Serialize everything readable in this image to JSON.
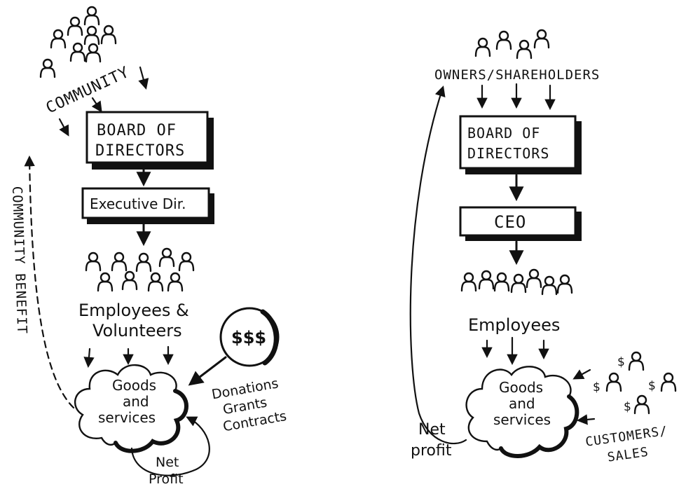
{
  "left": {
    "community_label": "COMMUNITY",
    "board_line1": "BOARD OF",
    "board_line2": "DIRECTORS",
    "exec_label": "Executive Dir.",
    "employees_line1": "Employees &",
    "employees_line2": "Volunteers",
    "goods_line1": "Goods",
    "goods_line2": "and",
    "goods_line3": "services",
    "money_label": "$$$",
    "funding_line1": "Donations",
    "funding_line2": "Grants",
    "funding_line3": "Contracts",
    "net_line1": "Net",
    "net_line2": "Profit",
    "benefit_label": "COMMUNITY BENEFIT"
  },
  "right": {
    "owners_label": "OWNERS/SHAREHOLDERS",
    "board_line1": "BOARD OF",
    "board_line2": "DIRECTORS",
    "ceo_label": "CEO",
    "employees_label": "Employees",
    "goods_line1": "Goods",
    "goods_line2": "and",
    "goods_line3": "services",
    "net_line1": "Net",
    "net_line2": "profit",
    "customers_line1": "CUSTOMERS/",
    "customers_line2": "SALES",
    "dollar_sign": "$"
  }
}
